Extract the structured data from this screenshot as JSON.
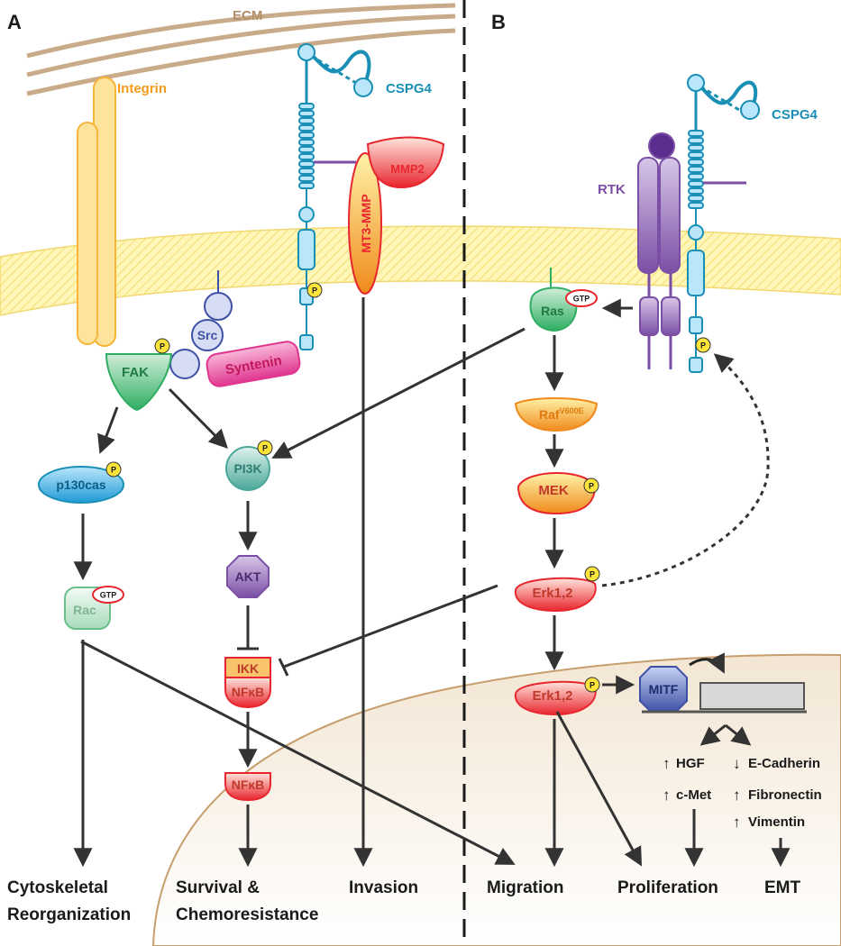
{
  "panels": {
    "a": "A",
    "b": "B"
  },
  "labels": {
    "ecm": "ECM",
    "integrin": "Integrin",
    "cspg4_a": "CSPG4",
    "cspg4_b": "CSPG4",
    "mmp2": "MMP2",
    "mt3mmp": "MT3-MMP",
    "src": "Src",
    "syntenin": "Syntenin",
    "fak": "FAK",
    "p130cas": "p130cas",
    "rac": "Rac",
    "pi3k": "PI3K",
    "akt": "AKT",
    "ikk": "IKK",
    "nfkb_complex": "NFκB",
    "nfkb": "NFκB",
    "rtk": "RTK",
    "ras": "Ras",
    "raf": "Raf",
    "raf_sup": "V600E",
    "mek": "MEK",
    "erk_cyto": "Erk1,2",
    "erk_nuc": "Erk1,2",
    "mitf": "MITF",
    "gtp": "GTP",
    "phospho": "P"
  },
  "gene_changes": {
    "up": [
      "HGF",
      "c-Met",
      "Fibronectin",
      "Vimentin"
    ],
    "down": [
      "E-Cadherin"
    ]
  },
  "outcomes": {
    "cytoskeletal_1": "Cytoskeletal",
    "cytoskeletal_2": "Reorganization",
    "survival_1": "Survival &",
    "survival_2": "Chemoresistance",
    "invasion": "Invasion",
    "migration": "Migration",
    "proliferation": "Proliferation",
    "emt": "EMT"
  },
  "colors": {
    "ecm": "#c9ab89",
    "membrane": "#fff3a8",
    "integrin": "#f7b53b",
    "cspg4": "#1a8fb5",
    "rtk": "#7b4fa5",
    "green": "#3cb86a",
    "red": "#e8262e",
    "src": "#3f51a5",
    "syntenin": "#e0358f",
    "nucleus": "#f1e3ce"
  }
}
